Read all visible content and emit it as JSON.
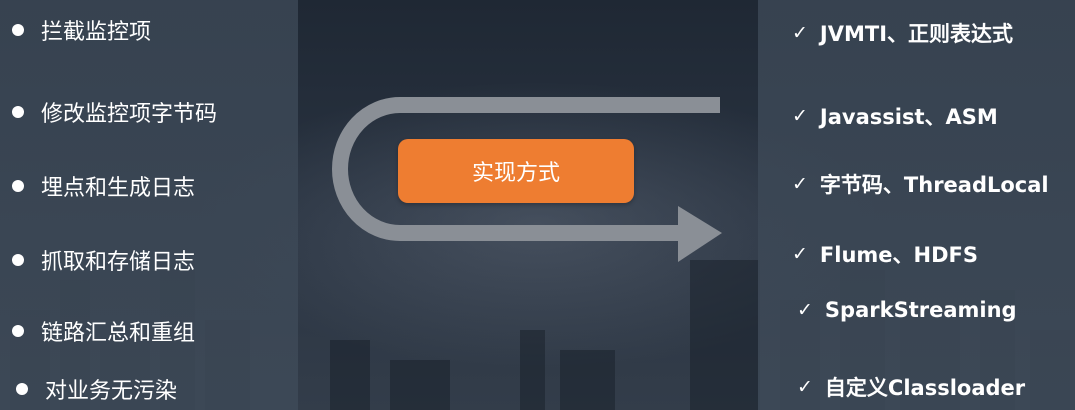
{
  "center": {
    "label": "实现方式"
  },
  "left_items": [
    "拦截监控项",
    "修改监控项字节码",
    "埋点和生成日志",
    "抓取和存储日志",
    "链路汇总和重组",
    "对业务无污染"
  ],
  "right_items": [
    "JVMTI、正则表达式",
    "Javassist、ASM",
    "字节码、ThreadLocal",
    "Flume、HDFS",
    "SparkStreaming",
    "自定义Classloader"
  ],
  "check_glyph": "✓",
  "colors": {
    "accent": "#ee7d31",
    "arrow": "#8a8f96",
    "text": "#ffffff"
  }
}
